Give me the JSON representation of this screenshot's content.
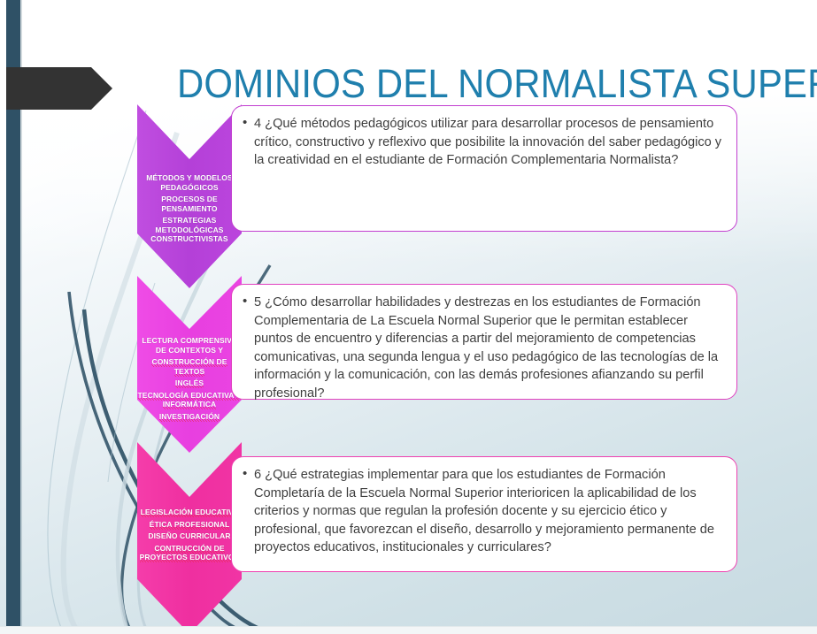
{
  "slide": {
    "title": "DOMINIOS DEL NORMALISTA SUPERIOR",
    "title_color": "#1f7fad",
    "background_colors": {
      "page_top": "#ffffff",
      "page_bottom": "#c7dae1",
      "left_bar": "#2f5166",
      "banner_arrow": "#333333"
    }
  },
  "rows": [
    {
      "chevron": {
        "color": "#b440d8",
        "labels": [
          {
            "text": "MÉTODOS Y MODELOS PEDAGÓGICOS",
            "misspelled": false
          },
          {
            "text": "PROCESOS DE PENSAMIENTO",
            "misspelled": false
          },
          {
            "text": "ESTRATEGIAS METODOLÓGICAS CONSTRUCTIVISTAS",
            "misspelled": false
          }
        ]
      },
      "box": {
        "border_color": "#c23fd0",
        "text": "4 ¿Qué métodos pedagógicos utilizar para desarrollar procesos de pensamiento crítico, constructivo y reflexivo que posibilite la innovación del saber pedagógico y la creatividad en el estudiante de Formación Complementaria Normalista?"
      }
    },
    {
      "chevron": {
        "color": "#e83fe0",
        "labels": [
          {
            "text": "LECTURA COMPRENSIVA DE CONTEXTOS Y",
            "misspelled": false
          },
          {
            "text": "CONSTRUCCIÓN DE TEXTOS",
            "misspelled": true
          },
          {
            "text": "INGLÉS",
            "misspelled": true
          },
          {
            "text": "TECNOLOGÍA EDUCATIVA E INFORMÁTICA",
            "misspelled": true
          },
          {
            "text": "INVESTIGACIÓN",
            "misspelled": true
          }
        ]
      },
      "box": {
        "border_color": "#e040c0",
        "text": "5  ¿Cómo desarrollar habilidades y destrezas en los estudiantes de Formación Complementaria de La Escuela Normal Superior que le permitan establecer puntos de encuentro y diferencias a partir del mejoramiento de competencias comunicativas, una segunda lengua y el uso pedagógico de las tecnologías de la información y  la comunicación, con las demás profesiones afianzando su perfil profesional?"
      }
    },
    {
      "chevron": {
        "color": "#ef2fa0",
        "labels": [
          {
            "text": "LEGISLACIÓN EDUCATIVA",
            "misspelled": true
          },
          {
            "text": "ÉTICA PROFESIONAL",
            "misspelled": true
          },
          {
            "text": "DISEÑO CURRICULAR",
            "misspelled": false
          },
          {
            "text": "CONTRUCCIÓN DE PROYECTOS EDUCATIVOS",
            "misspelled": true
          }
        ]
      },
      "box": {
        "border_color": "#ef40b0",
        "text": "6  ¿Qué estrategias implementar para que los estudiantes de Formación Completaría de la Escuela Normal Superior interioricen la aplicabilidad de los criterios y normas que regulan la profesión docente y su ejercicio ético y profesional, que favorezcan el diseño, desarrollo y mejoramiento permanente de proyectos educativos, institucionales y curriculares?"
      }
    }
  ]
}
